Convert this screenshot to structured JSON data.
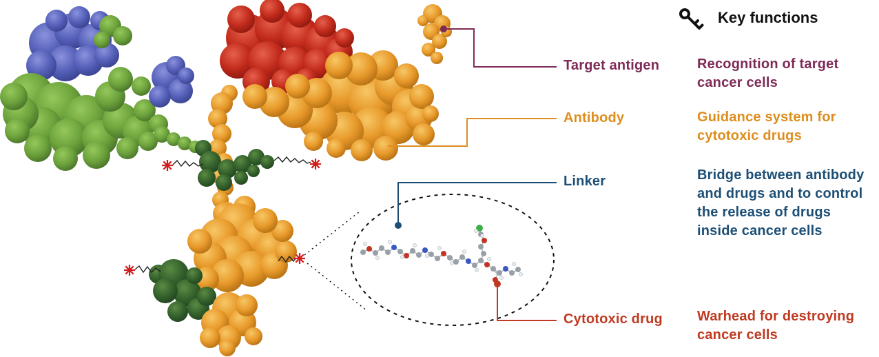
{
  "header": {
    "title": "Key functions",
    "icon": "key-icon"
  },
  "annotations": [
    {
      "id": "target-antigen",
      "label": "Target antigen",
      "description": "Recognition of target\ncancer cells",
      "color": "#7e2a56"
    },
    {
      "id": "antibody",
      "label": "Antibody",
      "description": "Guidance system for\ncytotoxic drugs",
      "color": "#dd8e1e"
    },
    {
      "id": "linker",
      "label": "Linker",
      "description": "Bridge between antibody\nand drugs and to control\nthe release of drugs\ninside cancer cells",
      "color": "#1d4f76"
    },
    {
      "id": "cytotoxic-drug",
      "label": "Cytotoxic drug",
      "description": "Warhead for destroying\ncancer cells",
      "color": "#bf3a21"
    }
  ],
  "palette": {
    "antibody_orange": "#e89a2b",
    "light_chain_blue": "#5560b8",
    "heavy_chain_green": "#6da33c",
    "domain_red": "#c22b1c",
    "hinge_dark_green": "#35622c",
    "attachment_star_red": "#d11d1d"
  }
}
